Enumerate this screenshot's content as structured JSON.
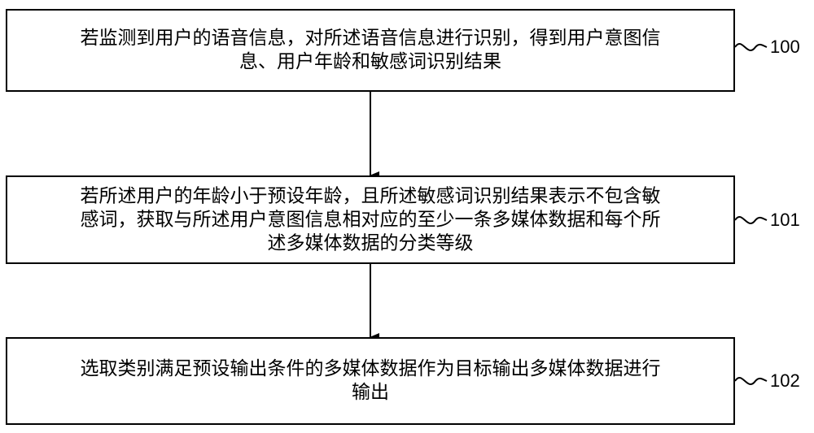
{
  "steps": [
    {
      "ref": "100",
      "lines": [
        "若监测到用户的语音信息，对所述语音信息进行识别，得到用户意图信",
        "息、用户年龄和敏感词识别结果"
      ]
    },
    {
      "ref": "101",
      "lines": [
        "若所述用户的年龄小于预设年龄，且所述敏感词识别结果表示不包含敏",
        "感词，获取与所述用户意图信息相对应的至少一条多媒体数据和每个所",
        "述多媒体数据的分类等级"
      ]
    },
    {
      "ref": "102",
      "lines": [
        "选取类别满足预设输出条件的多媒体数据作为目标输出多媒体数据进行",
        "输出"
      ]
    }
  ]
}
